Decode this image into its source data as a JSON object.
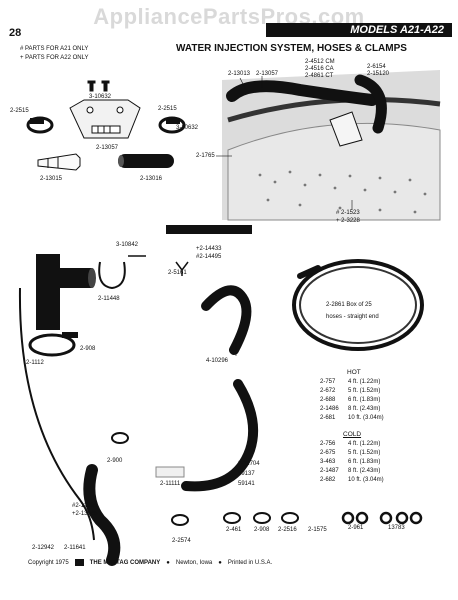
{
  "watermark": "AppliancePartsPros.com",
  "header": {
    "page_number": "28",
    "models": "MODELS A21-A22",
    "title": "WATER INJECTION SYSTEM, HOSES & CLAMPS"
  },
  "legend": {
    "a21_only": "# PARTS FOR A21 ONLY",
    "a22_only": "+ PARTS FOR A22 ONLY"
  },
  "labels": {
    "p3_10632": "3-10632",
    "p2_2515_left": "2-2515",
    "p2_2515_right": "2-2515",
    "p3_10632_b": "3-10632",
    "p2_13057": "2-13057",
    "p2_13015": "2-13015",
    "p2_13016": "2-13016",
    "p2_13013": "2-13013",
    "p2_13057_b": "2-13057",
    "p24512": "2-4512 CM",
    "p24516": "2-4516 CA",
    "p24861": "2-4861 CT",
    "p2_6154": "2-6154",
    "p2_15120": "2-15120",
    "p2_1765": "2-1765",
    "p2_1523": "# 2-1523",
    "p2_3228": "+ 2-3228",
    "p3_10842": "3-10842",
    "p2_14433": "+2-14433",
    "p2_14495": "#2-14495",
    "p2_5161": "2-5161",
    "p2_11448": "2-11448",
    "p2_908_a": "2-908",
    "p2_1112": "2-1112",
    "p4_10296": "4-10296",
    "p2_2861": "2-2861  Box of 25",
    "p2_2861b": "hoses - straight end",
    "p2_900": "2-900",
    "p2_11111": "2-11111",
    "p2_11704": "2-11704",
    "p59137": "59137",
    "p59141": "59141",
    "p2_12989": "#2-12989",
    "p2_13045": "+2-13045",
    "p2_12942": "2-12942",
    "p2_11641": "2-11641",
    "p2_2574": "2-2574",
    "p2_461": "2-461",
    "p2_908_b": "2-908",
    "p2_2516": "2-2516",
    "p2_1575": "2-1575",
    "p2_961": "2-961",
    "p13783": "13783"
  },
  "hot": {
    "heading": "HOT",
    "rows": [
      {
        "part": "2-757",
        "len": "4  ft.  (1.22m)"
      },
      {
        "part": "2-672",
        "len": "5  ft.  (1.52m)"
      },
      {
        "part": "2-688",
        "len": "6  ft.  (1.83m)"
      },
      {
        "part": "2-1486",
        "len": "8  ft.  (2.43m)"
      },
      {
        "part": "2-681",
        "len": "10  ft.  (3.04m)"
      }
    ]
  },
  "cold": {
    "heading": "COLD",
    "rows": [
      {
        "part": "2-756",
        "len": "4  ft.  (1.22m)"
      },
      {
        "part": "2-675",
        "len": "5  ft.  (1.52m)"
      },
      {
        "part": "3-463",
        "len": "6  ft.  (1.83m)"
      },
      {
        "part": "2-1487",
        "len": "8  ft.  (2.43m)"
      },
      {
        "part": "2-682",
        "len": "10  ft.  (3.04m)"
      }
    ]
  },
  "footer": {
    "copyright": "Copyright 1975",
    "company": "THE MAYTAG COMPANY",
    "location": "Newton, Iowa",
    "printed": "Printed in U.S.A."
  }
}
